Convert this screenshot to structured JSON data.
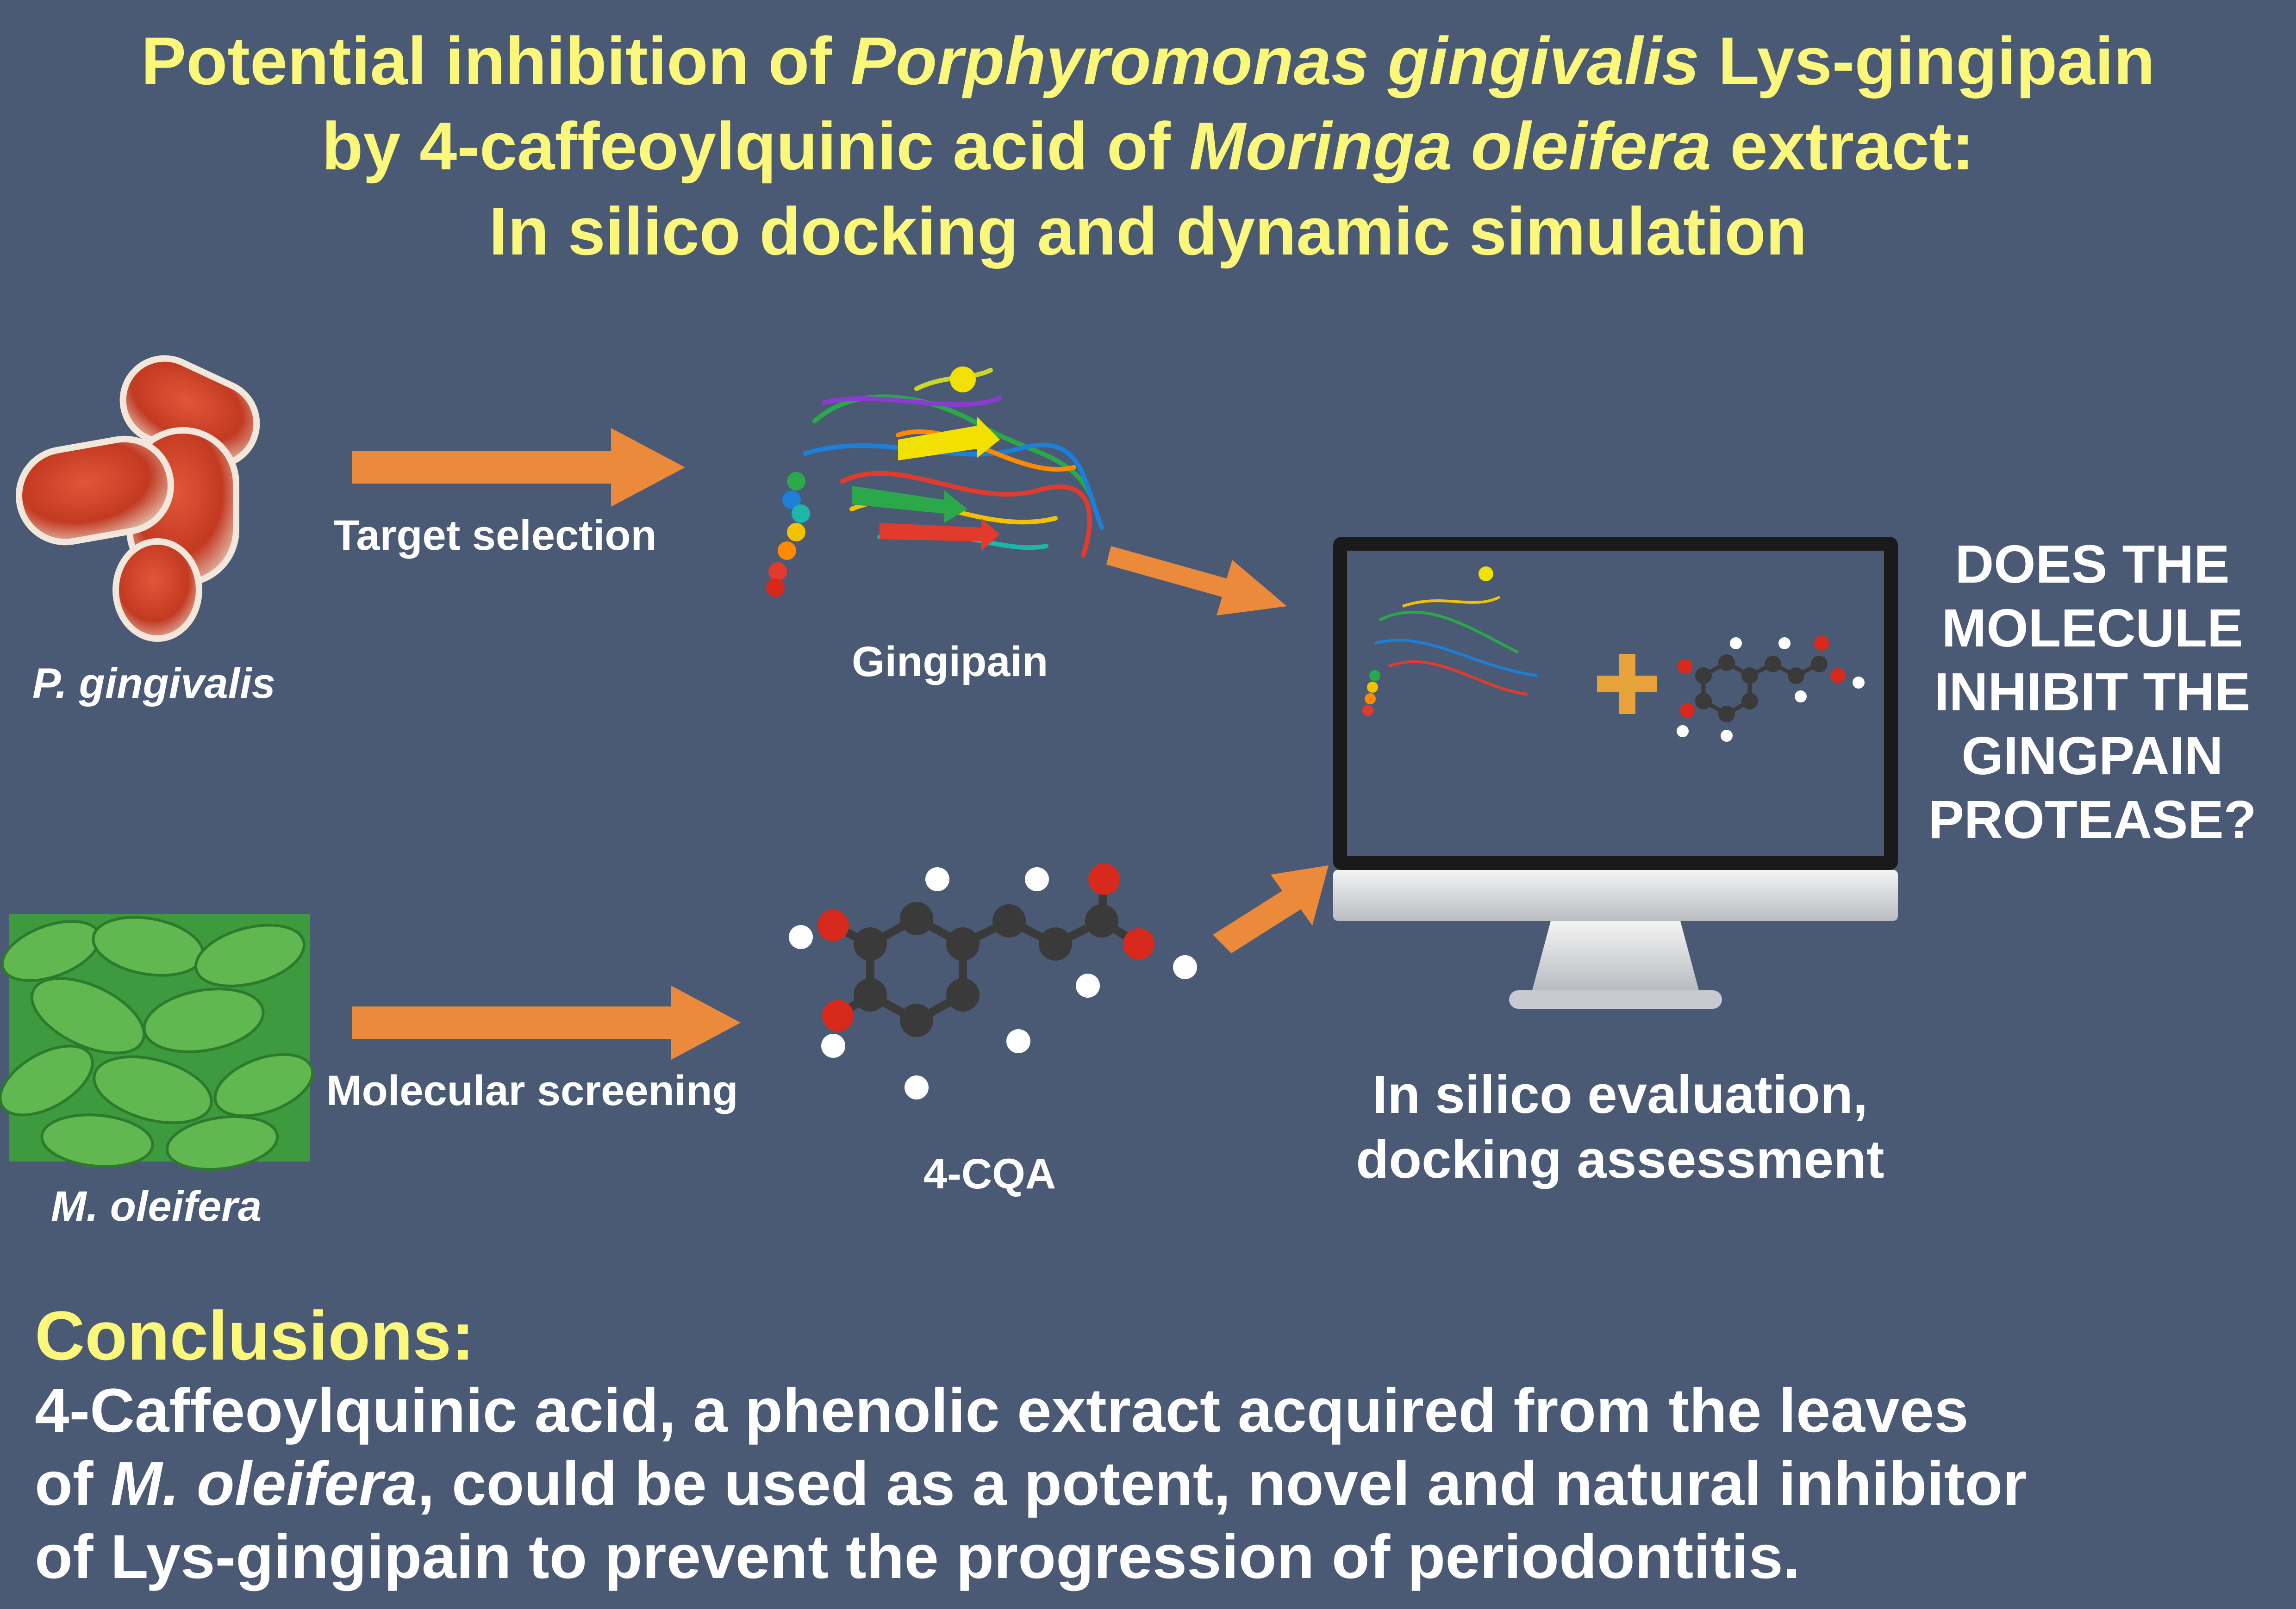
{
  "title": {
    "line1_a": "Potential inhibition of ",
    "line1_b": "Porphyromonas gingivalis",
    "line1_c": " Lys-gingipain",
    "line2_a": "by 4-caffeoylquinic acid of ",
    "line2_b": "Moringa oleifera",
    "line2_c": " extract:",
    "line3": "In silico docking and dynamic simulation"
  },
  "labels": {
    "p_gingivalis": "P. gingivalis",
    "target_selection": "Target selection",
    "gingipain": "Gingipain",
    "m_oleifera": "M. oleifera",
    "molecular_screening": "Molecular screening",
    "cqa": "4-CQA",
    "evaluation_line1": "In silico evaluation,",
    "evaluation_line2": "docking assessment"
  },
  "question": {
    "line1": "DOES THE",
    "line2": "MOLECULE",
    "line3": "INHIBIT THE",
    "line4": "GINGPAIN",
    "line5": "PROTEASE?"
  },
  "conclusions": {
    "heading": "Conclusions:",
    "line1": "4-Caffeoylquinic acid, a phenolic extract acquired from the leaves",
    "line2_a": "of ",
    "line2_b": "M. oleifera",
    "line2_c": ", could be used as a potent, novel and natural inhibitor",
    "line3": "of Lys-gingipain to prevent the progression of periodontitis."
  },
  "colors": {
    "background": "#4a5a74",
    "title_yellow": "#fbf77a",
    "arrow_orange": "#ec8a3c"
  }
}
